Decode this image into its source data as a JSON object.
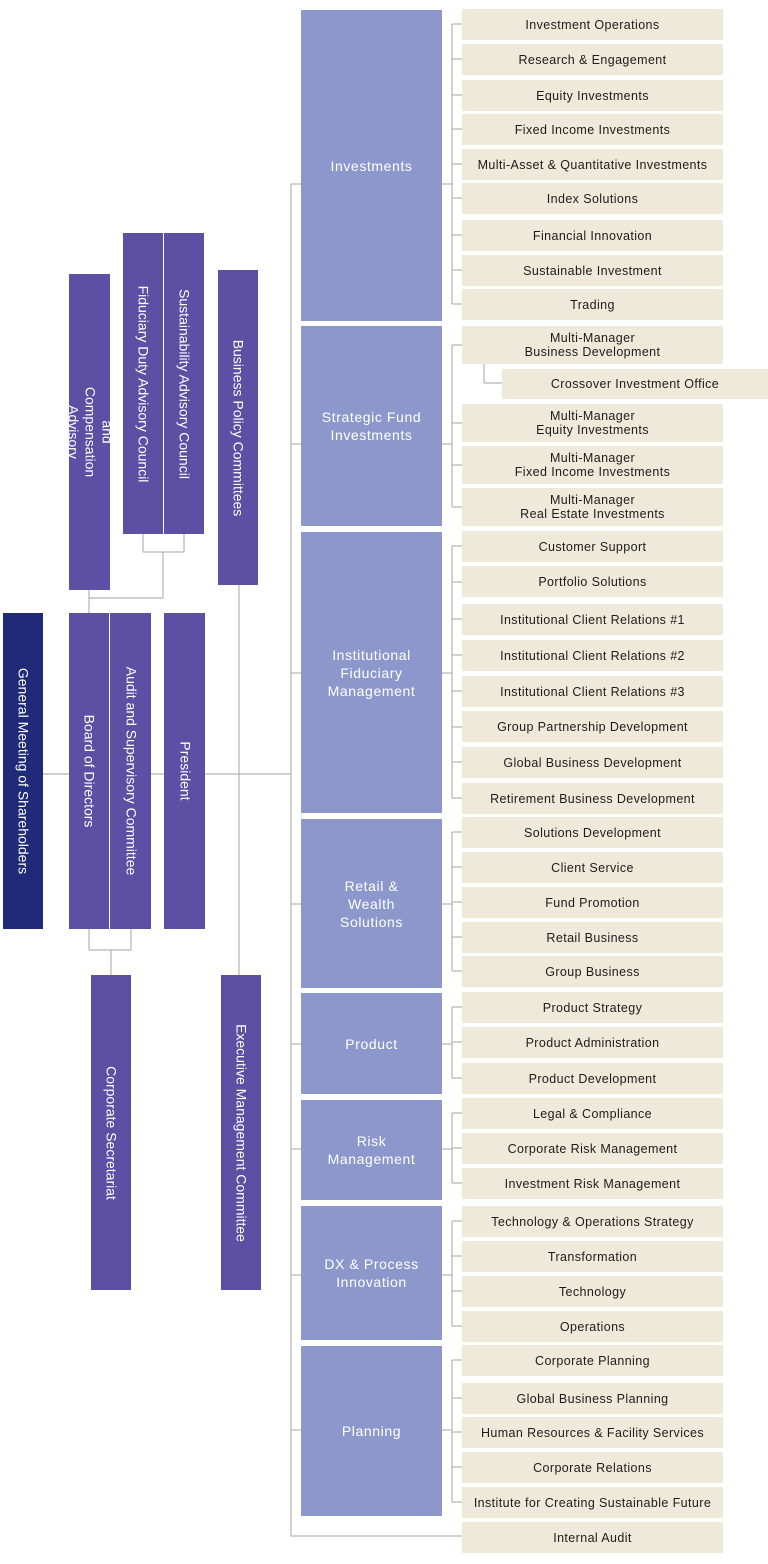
{
  "governance": {
    "general_meeting": "General Meeting of Shareholders",
    "board": "Board of Directors",
    "audit": "Audit and Supervisory Committee",
    "president": "President",
    "nomination": "Nomination and Compensation\nAdvisory Committee",
    "fiduciary": "Fiduciary Duty Advisory Council",
    "sustainability": "Sustainability Advisory Council",
    "business_policy": "Business Policy Committees",
    "corporate_secretariat": "Corporate Secretariat",
    "executive": "Executive Management Committee"
  },
  "divisions": [
    {
      "name": "Investments",
      "departments": [
        "Investment Operations",
        "Research & Engagement",
        "Equity Investments",
        "Fixed Income Investments",
        "Multi-Asset & Quantitative Investments",
        "Index Solutions",
        "Financial Innovation",
        "Sustainable Investment",
        "Trading"
      ]
    },
    {
      "name": "Strategic Fund\nInvestments",
      "departments": [
        "Multi-Manager\nBusiness Development",
        "Crossover Investment Office",
        "Multi-Manager\nEquity Investments",
        "Multi-Manager\nFixed Income Investments",
        "Multi-Manager\nReal Estate Investments"
      ]
    },
    {
      "name": "Institutional\nFiduciary\nManagement",
      "departments": [
        "Customer Support",
        "Portfolio Solutions",
        "Institutional Client Relations #1",
        "Institutional Client Relations #2",
        "Institutional Client Relations #3",
        "Group Partnership Development",
        "Global Business Development",
        "Retirement Business Development"
      ]
    },
    {
      "name": "Retail &\nWealth\nSolutions",
      "departments": [
        "Solutions Development",
        "Client Service",
        "Fund Promotion",
        "Retail Business",
        "Group Business"
      ]
    },
    {
      "name": "Product",
      "departments": [
        "Product Strategy",
        "Product Administration",
        "Product Development"
      ]
    },
    {
      "name": "Risk\nManagement",
      "departments": [
        "Legal & Compliance",
        "Corporate Risk Management",
        "Investment Risk Management"
      ]
    },
    {
      "name": "DX & Process\nInnovation",
      "departments": [
        "Technology & Operations Strategy",
        "Transformation",
        "Technology",
        "Operations"
      ]
    },
    {
      "name": "Planning",
      "departments": [
        "Corporate Planning",
        "Global Business Planning",
        "Human Resources & Facility Services",
        "Corporate Relations",
        "Institute for Creating Sustainable Future"
      ]
    }
  ],
  "internal_audit": "Internal Audit",
  "colors": {
    "governance_box": "#5d4fa3",
    "shareholders_box": "#1f2a78",
    "division_box": "#8c98cc",
    "department_box": "#efe9da",
    "connector": "#b3b3b3"
  }
}
